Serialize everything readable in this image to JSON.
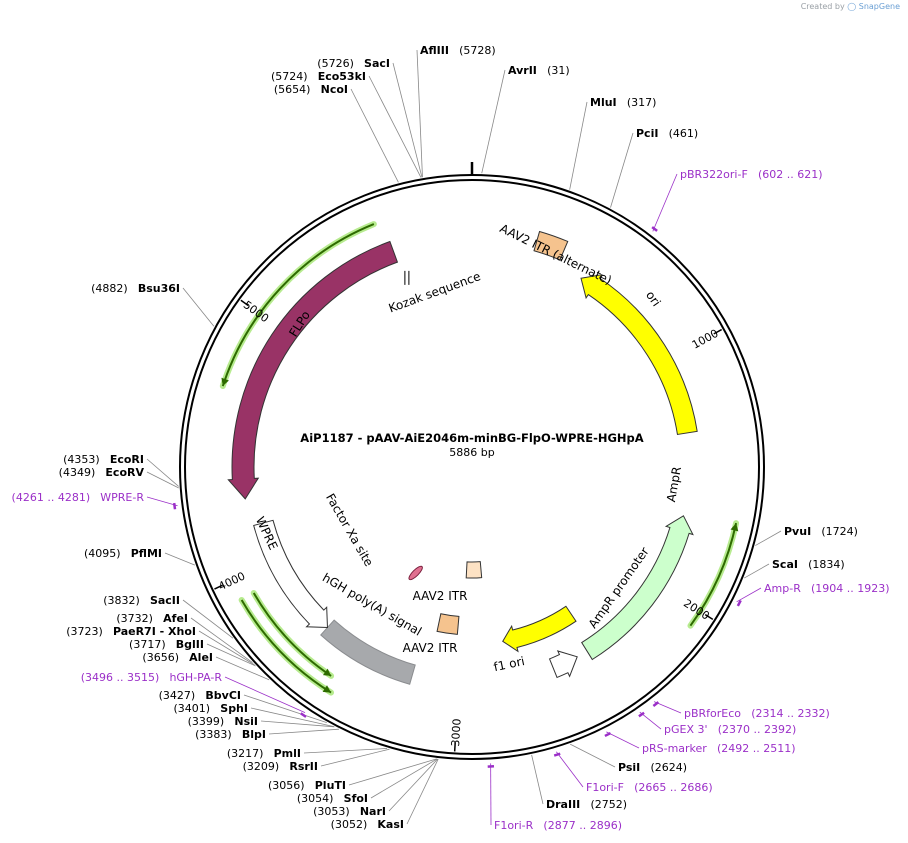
{
  "credit": {
    "text": "Created by",
    "brand": "SnapGene"
  },
  "plasmid": {
    "name": "AiP1187 - pAAV-AiE2046m-minBG-FlpO-WPRE-HGHpA",
    "length_label": "5886 bp",
    "length": 5886
  },
  "ticks": [
    "1000",
    "2000",
    "3000",
    "4000",
    "5000"
  ],
  "sites": [
    {
      "name": "AflIII",
      "pos": "(5728)"
    },
    {
      "name": "AvrII",
      "pos": "(31)"
    },
    {
      "name": "MluI",
      "pos": "(317)"
    },
    {
      "name": "PciI",
      "pos": "(461)"
    },
    {
      "name": "SacI",
      "pos": "(5726)"
    },
    {
      "name": "Eco53kI",
      "pos": "(5724)"
    },
    {
      "name": "NcoI",
      "pos": "(5654)"
    },
    {
      "name": "Bsu36I",
      "pos": "(4882)"
    },
    {
      "name": "EcoRI",
      "pos": "(4353)"
    },
    {
      "name": "EcoRV",
      "pos": "(4349)"
    },
    {
      "name": "PflMI",
      "pos": "(4095)"
    },
    {
      "name": "PvuI",
      "pos": "(1724)"
    },
    {
      "name": "ScaI",
      "pos": "(1834)"
    },
    {
      "name": "SacII",
      "pos": "(3832)"
    },
    {
      "name": "AfeI",
      "pos": "(3732)"
    },
    {
      "name": "PaeR7I  - XhoI",
      "pos": "(3723)"
    },
    {
      "name": "BglII",
      "pos": "(3717)"
    },
    {
      "name": "AleI",
      "pos": "(3656)"
    },
    {
      "name": "BbvCI",
      "pos": "(3427)"
    },
    {
      "name": "SphI",
      "pos": "(3401)"
    },
    {
      "name": "NsiI",
      "pos": "(3399)"
    },
    {
      "name": "BlpI",
      "pos": "(3383)"
    },
    {
      "name": "PmlI",
      "pos": "(3217)"
    },
    {
      "name": "RsrII",
      "pos": "(3209)"
    },
    {
      "name": "PluTI",
      "pos": "(3056)"
    },
    {
      "name": "SfoI",
      "pos": "(3054)"
    },
    {
      "name": "NarI",
      "pos": "(3053)"
    },
    {
      "name": "KasI",
      "pos": "(3052)"
    },
    {
      "name": "DraIII",
      "pos": "(2752)"
    },
    {
      "name": "PsiI",
      "pos": "(2624)"
    }
  ],
  "primers": [
    {
      "name": "pBR322ori-F",
      "range": "(602 .. 621)"
    },
    {
      "name": "WPRE-R",
      "range": "(4261 .. 4281)"
    },
    {
      "name": "Amp-R",
      "range": "(1904 .. 1923)"
    },
    {
      "name": "pBRforEco",
      "range": "(2314 .. 2332)"
    },
    {
      "name": "pGEX 3'",
      "range": "(2370 .. 2392)"
    },
    {
      "name": "pRS-marker",
      "range": "(2492 .. 2511)"
    },
    {
      "name": "F1ori-F",
      "range": "(2665 .. 2686)"
    },
    {
      "name": "F1ori-R",
      "range": "(2877 .. 2896)"
    },
    {
      "name": "hGH-PA-R",
      "range": "(3496 .. 3515)"
    }
  ],
  "features": [
    {
      "name": "AAV2 ITR (alternate)",
      "color": "#f5c38e"
    },
    {
      "name": "ori",
      "color": "#ffff00"
    },
    {
      "name": "AmpR",
      "color": "#ccffcc"
    },
    {
      "name": "AmpR promoter",
      "color": "#ffffff"
    },
    {
      "name": "f1 ori",
      "color": "#ffff00"
    },
    {
      "name": "AAV2 ITR",
      "color": "#f5c38e"
    },
    {
      "name": "AAV2 ITR",
      "color": "#fde2c4"
    },
    {
      "name": "hGH poly(A) signal",
      "color": "#a7a9ac"
    },
    {
      "name": "WPRE",
      "color": "#ffffff"
    },
    {
      "name": "Factor Xa site",
      "color": "#e07090"
    },
    {
      "name": "FLPo",
      "color": "#993366"
    },
    {
      "name": "Kozak sequence",
      "color": "#ffffff"
    }
  ]
}
